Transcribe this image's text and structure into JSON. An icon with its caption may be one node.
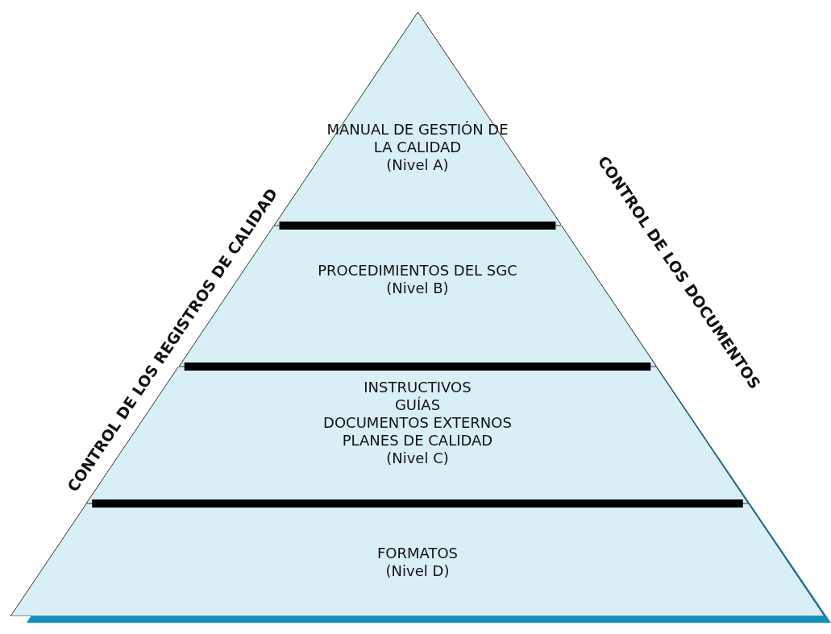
{
  "diagram": {
    "nodes": [
      {
        "text": [
          "MANUAL DE GESTIÓN DE LA CALIDAD",
          "(Nivel A)"
        ]
      },
      {
        "text": [
          "PROCEDIMIENTOS DEL SGC",
          "(Nivel B)"
        ]
      },
      {
        "text": [
          "INSTRUCTIVOS",
          "GUÍAS",
          "DOCUMENTOS EXTERNOS",
          "PLANES DE CALIDAD",
          "(Nivel C)"
        ]
      },
      {
        "text": [
          "FORMATOS",
          "(Nivel D)"
        ]
      }
    ],
    "edges": [],
    "labels": [
      "CONTROL DE LOS REGISTROS DE CALIDAD",
      "CONTROL DE LOS DOCUMENTOS"
    ]
  }
}
